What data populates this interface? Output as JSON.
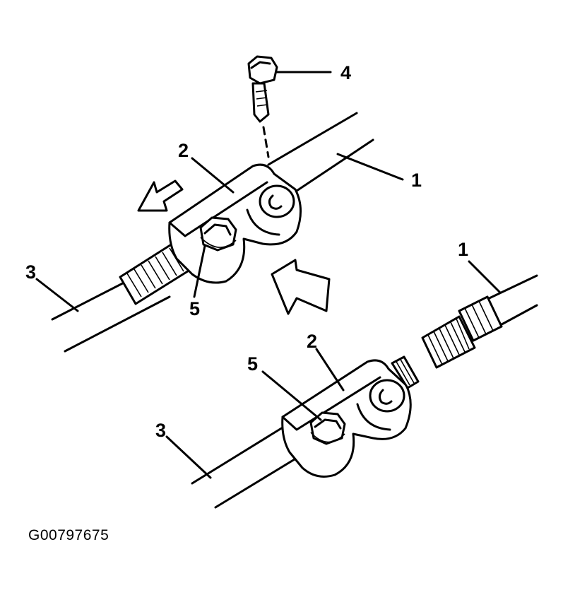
{
  "callouts": {
    "upper_shaft_top": "1",
    "upper_clamp_top": "2",
    "lower_shaft_top": "3",
    "bolt_top": "4",
    "nut_top": "5",
    "upper_shaft_bottom": "1",
    "upper_clamp_bottom": "2",
    "lower_shaft_bottom": "3",
    "nut_bottom": "5"
  },
  "figure_id": "G00797675",
  "colors": {
    "ink": "#000000",
    "background": "#ffffff"
  }
}
